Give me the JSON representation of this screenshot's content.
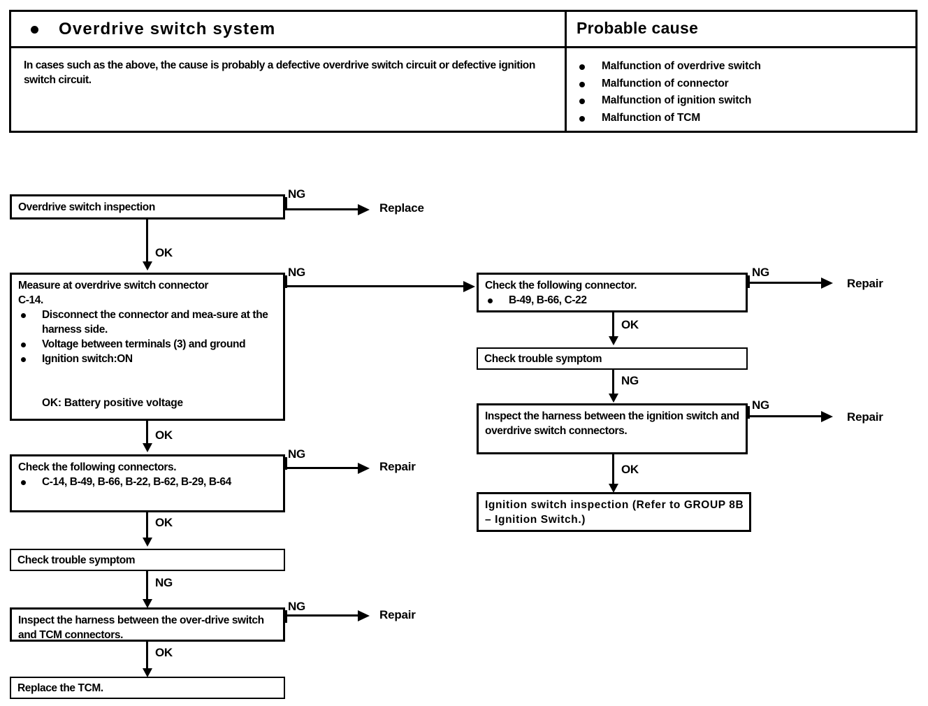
{
  "table": {
    "header_bullet_icon": "bullet-icon",
    "title": "Overdrive  switch  system",
    "probable_cause_title": "Probable cause",
    "description": "In cases such as the above, the cause is probably a defective overdrive switch circuit or defective ignition switch circuit.",
    "causes": [
      "Malfunction of overdrive switch",
      "Malfunction of connector",
      "Malfunction of ignition switch",
      "Malfunction of TCM"
    ]
  },
  "flow": {
    "left": {
      "box1": {
        "title": "Overdrive switch inspection"
      },
      "box2": {
        "title_line1": "Measure at overdrive switch connector",
        "title_line2": "C-14.",
        "bullets": [
          "Disconnect the connector and mea-sure at the harness side.",
          "Voltage between terminals (3) and ground",
          "Ignition switch:ON"
        ],
        "ok_note": "OK:  Battery positive voltage"
      },
      "box3": {
        "title": "Check the following connectors.",
        "bullets": [
          "C-14, B-49, B-66, B-22, B-62, B-29, B-64"
        ]
      },
      "box4": {
        "title": "Check trouble symptom"
      },
      "box5": {
        "title": "Inspect the harness between the over-drive switch and TCM connectors."
      },
      "box6": {
        "title": "Replace the TCM."
      }
    },
    "right": {
      "box1": {
        "title": "Check the following connector.",
        "bullets": [
          "B-49, B-66, C-22"
        ]
      },
      "box2": {
        "title": "Check trouble symptom"
      },
      "box3": {
        "title": "Inspect the harness between the ignition switch and overdrive switch connectors."
      },
      "box4": {
        "title": "Ignition  switch  inspection  (Refer  to GROUP 8B – Ignition Switch.)"
      }
    },
    "labels": {
      "ng": "NG",
      "ok": "OK",
      "replace": "Replace",
      "repair": "Repair"
    }
  }
}
